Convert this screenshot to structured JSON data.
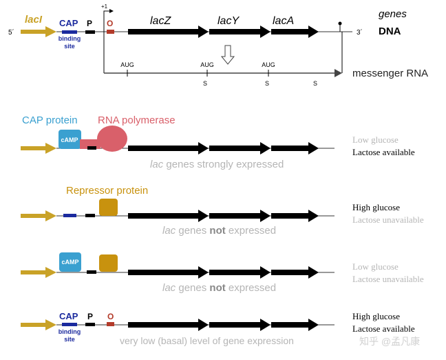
{
  "top": {
    "laci": "lacI",
    "cap": "CAP",
    "binding_line1": "binding",
    "binding_line2": "site",
    "p": "P",
    "o": "O",
    "plus1": "+1",
    "five_prime": "5´",
    "three_prime": "3´",
    "lacz": "lacZ",
    "lacy": "lacY",
    "laca": "lacA",
    "genes": "genes",
    "dna": "DNA",
    "aug1": "AUG",
    "aug2": "AUG",
    "aug3": "AUG",
    "s1": "S",
    "s2": "S",
    "s3": "S",
    "mrna": "messenger RNA"
  },
  "row1": {
    "cap_protein": "CAP protein",
    "rna_pol": "RNA polymerase",
    "camp": "cAMP",
    "expr_italic": "lac",
    "expr_rest": " genes strongly expressed",
    "cond1": "Low glucose",
    "cond2": "Lactose available"
  },
  "row2": {
    "repressor": "Repressor protein",
    "expr_italic": "lac",
    "expr_mid": " genes ",
    "expr_bold": "not",
    "expr_end": " expressed",
    "cond1": "High glucose",
    "cond2": "Lactose unavailable"
  },
  "row3": {
    "camp": "cAMP",
    "expr_italic": "lac",
    "expr_mid": " genes ",
    "expr_bold": "not",
    "expr_end": " expressed",
    "cond1": "Low glucose",
    "cond2": "Lactose unavailable"
  },
  "row4": {
    "cap": "CAP",
    "binding_line1": "binding",
    "binding_line2": "site",
    "p": "P",
    "o": "O",
    "expr": "very low (basal) level of gene expression",
    "cond1": "High glucose",
    "cond2": "Lactose available"
  },
  "watermark": "知乎 @孟凡康",
  "colors": {
    "gold": "#c9a227",
    "cap_blue": "#1b2a9e",
    "camp_teal": "#3aa0d0",
    "rnap_red": "#d9606a",
    "repressor": "#c8920e",
    "o_red": "#b33b2a",
    "gray_text": "#b5b5b5"
  }
}
